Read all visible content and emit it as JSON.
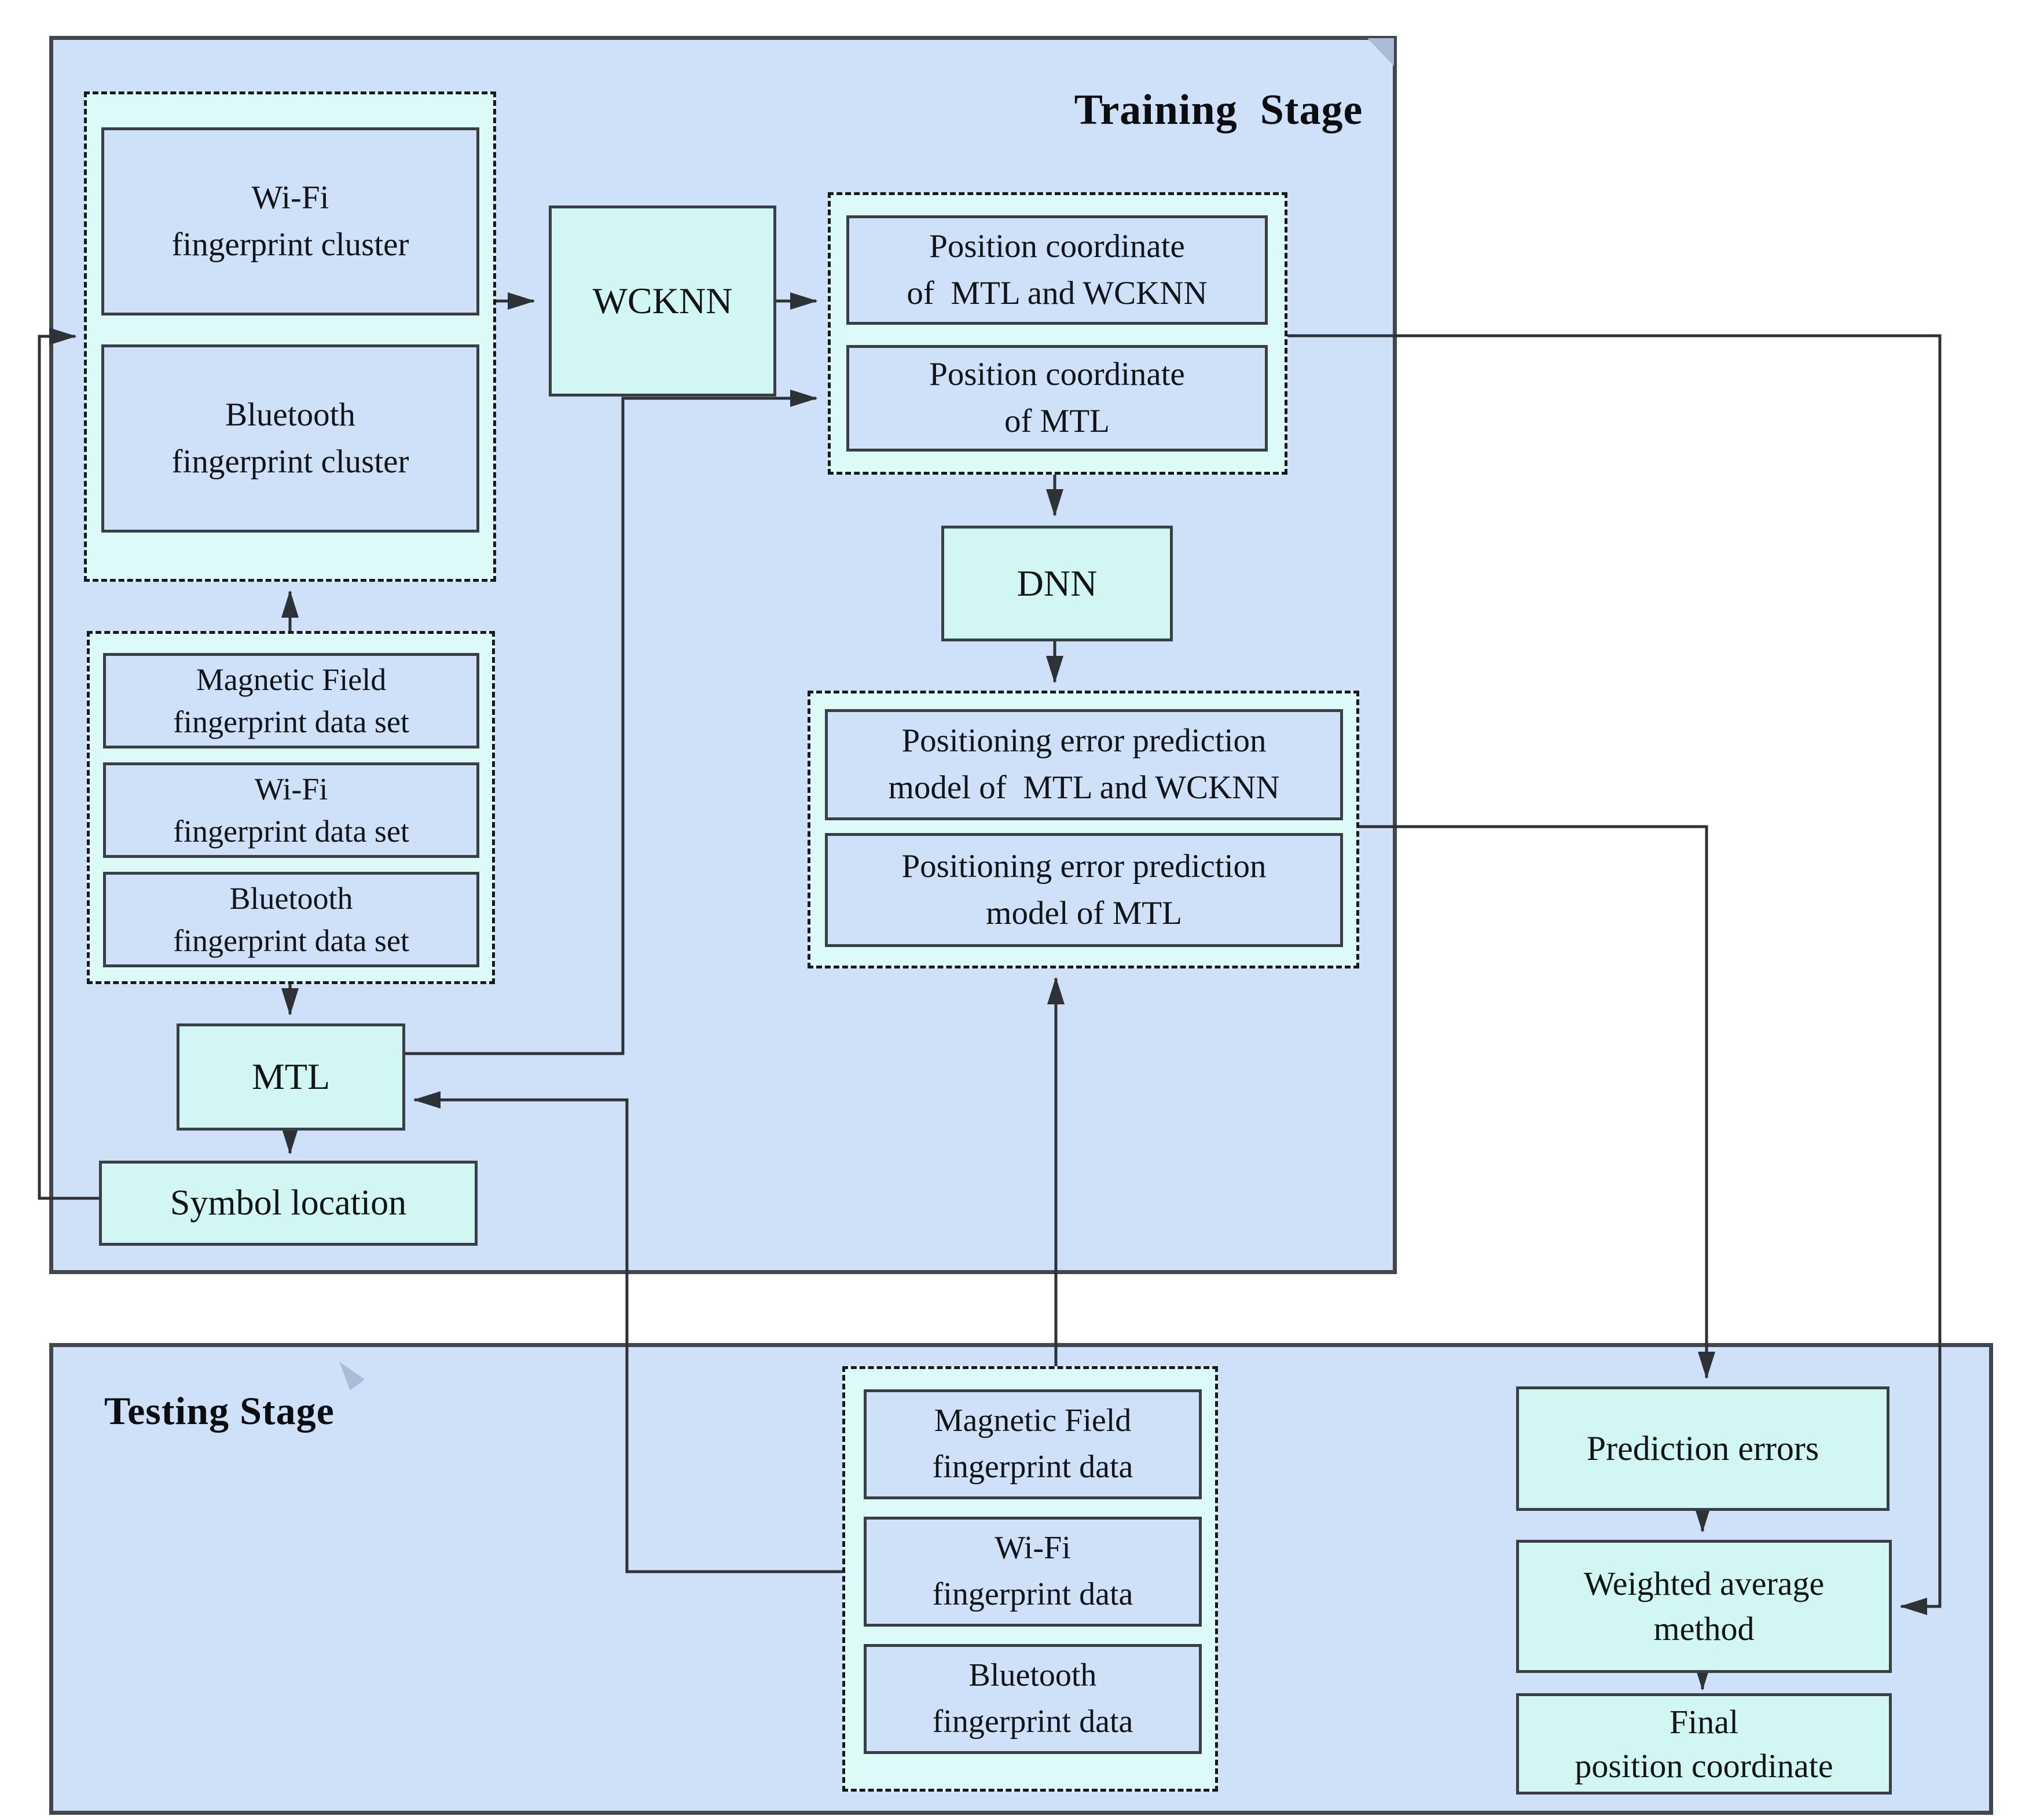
{
  "diagram": {
    "stages": {
      "training": {
        "title": "Training  Stage"
      },
      "testing": {
        "title": "Testing Stage"
      }
    },
    "training_nodes": {
      "wifi_cluster": "Wi-Fi\nfingerprint cluster",
      "bluetooth_cluster": "Bluetooth\nfingerprint cluster",
      "wcknn": "WCKNN",
      "pos_coord_mtl_wcknn": "Position coordinate\nof  MTL and WCKNN",
      "pos_coord_mtl": "Position coordinate\nof MTL",
      "magnetic_set": "Magnetic Field\nfingerprint data set",
      "wifi_set": "Wi-Fi\nfingerprint data set",
      "bluetooth_set": "Bluetooth\nfingerprint data set",
      "dnn": "DNN",
      "err_model_mtl_wcknn": "Positioning error prediction\nmodel of  MTL and WCKNN",
      "err_model_mtl": "Positioning error prediction\nmodel of MTL",
      "mtl": "MTL",
      "symbol_location": "Symbol location"
    },
    "testing_nodes": {
      "magnetic_data": "Magnetic Field\nfingerprint data",
      "wifi_data": "Wi-Fi\nfingerprint data",
      "bluetooth_data": "Bluetooth\nfingerprint data",
      "prediction_errors": "Prediction errors",
      "weighted_average": "Weighted average\nmethod",
      "final_position": "Final\nposition coordinate"
    },
    "colors": {
      "stage_fill": "#cee1f8",
      "dashed_fill": "#dcfaf7",
      "process_fill": "#d2f6f3",
      "data_fill": "#cee1f8",
      "border": "#3a3f45",
      "wire": "#2e3237",
      "marker_triangle": "#a9bdd8"
    }
  }
}
